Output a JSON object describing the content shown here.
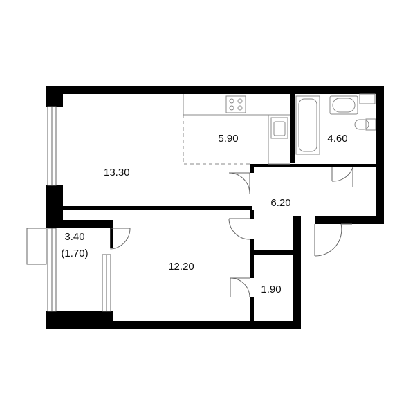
{
  "floor_plan": {
    "rooms": [
      {
        "id": "living-room",
        "area": "13.30"
      },
      {
        "id": "kitchen",
        "area": "5.90"
      },
      {
        "id": "bathroom",
        "area": "4.60"
      },
      {
        "id": "hallway",
        "area": "6.20"
      },
      {
        "id": "balcony",
        "area": "3.40",
        "area_reduced": "(1.70)"
      },
      {
        "id": "bedroom",
        "area": "12.20"
      },
      {
        "id": "closet",
        "area": "1.90"
      }
    ]
  },
  "colors": {
    "wall": "#000000",
    "line": "#666666",
    "fixture_line": "#888888",
    "text": "#111111"
  }
}
